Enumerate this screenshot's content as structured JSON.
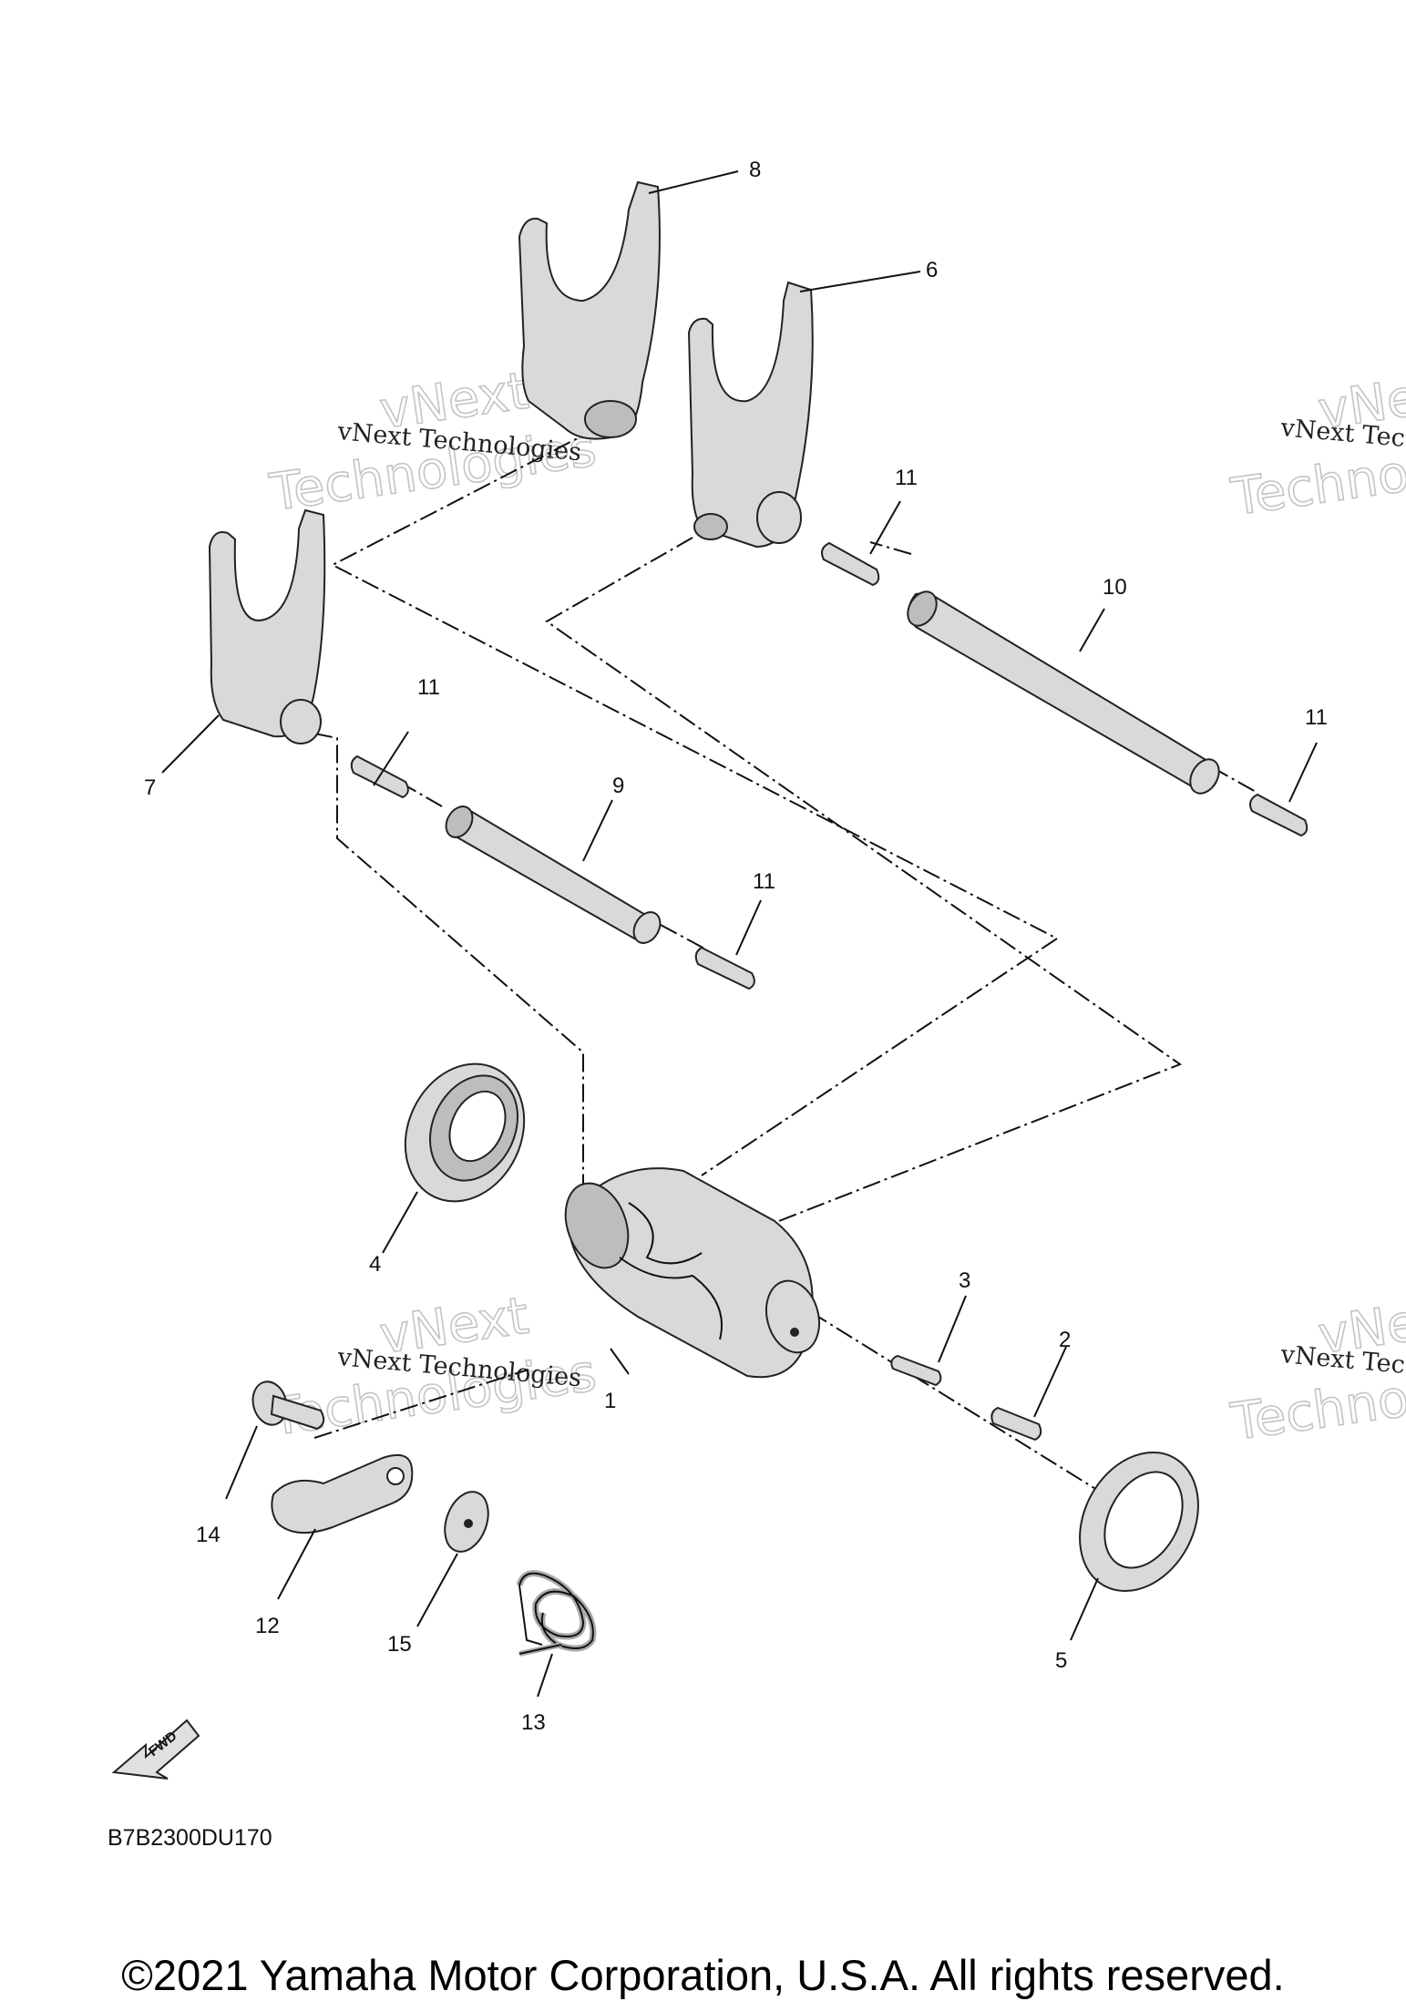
{
  "diagram": {
    "callouts": [
      "1",
      "2",
      "3",
      "4",
      "5",
      "6",
      "7",
      "8",
      "9",
      "10",
      "11",
      "11",
      "11",
      "11",
      "12",
      "13",
      "14",
      "15"
    ],
    "watermarks": {
      "company": "vNext Technologies",
      "large_top": "vNext",
      "large_bottom": "Technologies",
      "partial_company": "vNext Tec",
      "partial_large_top": "vNe",
      "partial_large_bottom": "Techno"
    },
    "fwd_label": "FWD",
    "drawing_code": "B7B2300DU170"
  },
  "footer": {
    "copyright": "©2021 Yamaha Motor Corporation, U.S.A. All rights reserved."
  }
}
